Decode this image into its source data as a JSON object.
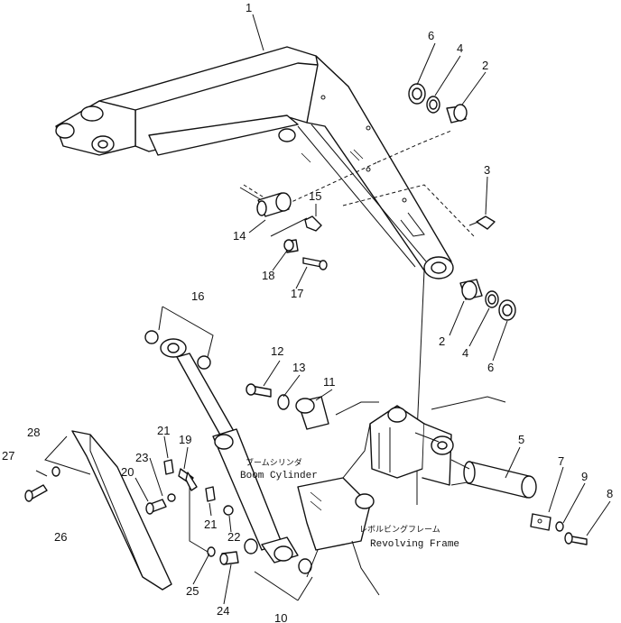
{
  "callouts": [
    "1",
    "2",
    "3",
    "4",
    "5",
    "6",
    "7",
    "8",
    "9",
    "10",
    "11",
    "12",
    "13",
    "14",
    "15",
    "16",
    "17",
    "18",
    "19",
    "20",
    "21",
    "22",
    "23",
    "24",
    "25",
    "26",
    "27",
    "28"
  ],
  "labels": {
    "boom_cylinder_jp": "ブームシリンダ",
    "boom_cylinder_en": "Boom Cylinder",
    "revolving_frame_jp": "レボルビングフレーム",
    "revolving_frame_en": "Revolving Frame"
  }
}
